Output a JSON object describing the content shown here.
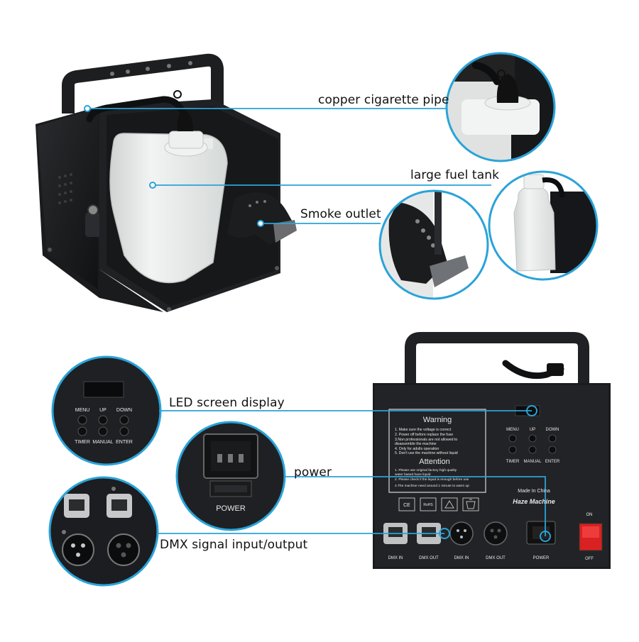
{
  "colors": {
    "callout_line": "#2aa3d8",
    "machine_body": "#1b1c1e",
    "tank": "#e9ecea",
    "background": "#ffffff"
  },
  "callouts": {
    "pipe": "copper cigarette pipe",
    "tank": "large fuel tank",
    "outlet": "Smoke outlet",
    "led": "LED screen display",
    "power": "power",
    "dmx": "DMX signal input/output"
  },
  "panel": {
    "buttons": [
      "MENU",
      "UP",
      "DOWN",
      "TIMER",
      "MANUAL",
      "ENTER"
    ],
    "warning_title": "Warning",
    "warning_lines": [
      "1. Make sure the voltage is correct",
      "2. Power off before replace the fuse",
      "3.Non professionals are not allowed to",
      "   disassemble the machine",
      "4. Only for adults operation",
      "5. Don't use the machine without liquid"
    ],
    "attention_title": "Attention",
    "attention_lines": [
      "1. Please use original factory high quality",
      "   water based haze liquid",
      "2. Please check if the liquid is enough before use",
      "4.The machine need around 1 minute to warm up"
    ],
    "made_in": "Made In China",
    "model": "Haze Machine",
    "cert_ce": "CE",
    "cert_rohs": "RoHS",
    "switch_on": "ON",
    "switch_off": "OFF",
    "port_labels": [
      "DMX IN",
      "DMX OUT",
      "DMX IN",
      "DMX OUT"
    ],
    "power_label": "POWER"
  },
  "detail_power_label": "POWER"
}
